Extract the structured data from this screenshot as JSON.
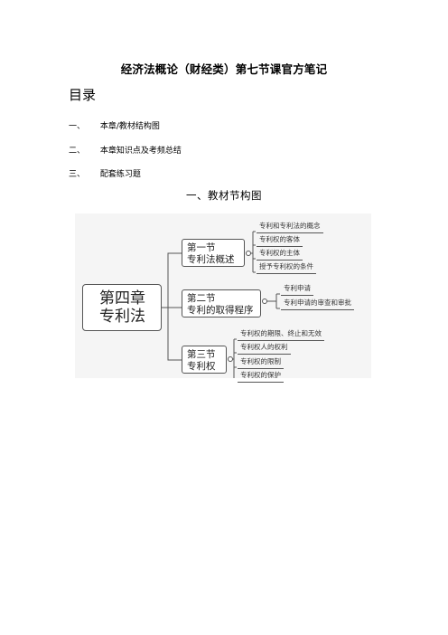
{
  "doc_title": "经济法概论（财经类）第七节课官方笔记",
  "toc": {
    "heading": "目录",
    "items": [
      {
        "num": "一、",
        "text": "本章/教材结构图"
      },
      {
        "num": "二、",
        "text": "本章知识点及考频总结"
      },
      {
        "num": "三、",
        "text": "配套练习题"
      }
    ]
  },
  "section_heading": "一、教材节构图",
  "mindmap": {
    "root_line1": "第四章",
    "root_line2": "专利法",
    "sections": [
      {
        "line1": "第一节",
        "line2": "专利法概述",
        "items": [
          "专利和专利法的概念",
          "专利权的客体",
          "专利权的主体",
          "授予专利权的条件"
        ]
      },
      {
        "line1": "第二节",
        "line2": "专利的取得程序",
        "items": [
          "专利申请",
          "专利申请的审查和审批"
        ]
      },
      {
        "line1": "第三节",
        "line2": "专利权",
        "items": [
          "专利权的期限、终止和无效",
          "专利权人的权利",
          "专利权的限制",
          "专利权的保护"
        ]
      }
    ]
  }
}
